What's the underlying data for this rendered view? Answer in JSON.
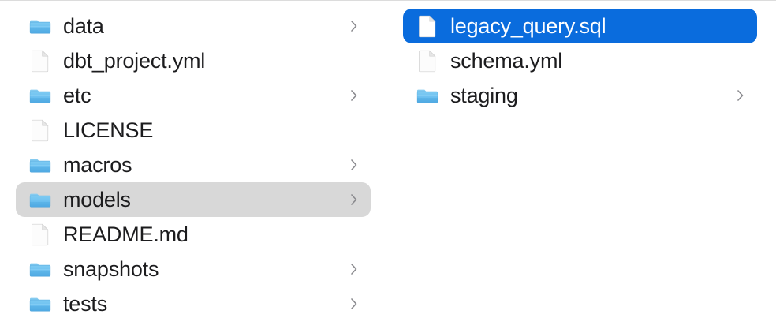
{
  "view": {
    "type": "column-file-browser",
    "background_color": "#ffffff",
    "divider_color": "#dcdcdc",
    "selection_blue": "#0a6cdd",
    "selection_gray": "#d8d8d8",
    "text_color": "#1c1c1e",
    "chevron_color": "#8a8a8e"
  },
  "columns": [
    {
      "name": "parent-column",
      "items": [
        {
          "label": "data",
          "icon": "folder-icon",
          "kind": "folder",
          "has_chevron": true,
          "state": "normal"
        },
        {
          "label": "dbt_project.yml",
          "icon": "document-icon",
          "kind": "file",
          "has_chevron": false,
          "state": "normal"
        },
        {
          "label": "etc",
          "icon": "folder-icon",
          "kind": "folder",
          "has_chevron": true,
          "state": "normal"
        },
        {
          "label": "LICENSE",
          "icon": "document-icon",
          "kind": "file",
          "has_chevron": false,
          "state": "normal"
        },
        {
          "label": "macros",
          "icon": "folder-icon",
          "kind": "folder",
          "has_chevron": true,
          "state": "normal"
        },
        {
          "label": "models",
          "icon": "folder-icon",
          "kind": "folder",
          "has_chevron": true,
          "state": "selected-inactive"
        },
        {
          "label": "README.md",
          "icon": "document-icon",
          "kind": "file",
          "has_chevron": false,
          "state": "normal"
        },
        {
          "label": "snapshots",
          "icon": "folder-icon",
          "kind": "folder",
          "has_chevron": true,
          "state": "normal"
        },
        {
          "label": "tests",
          "icon": "folder-icon",
          "kind": "folder",
          "has_chevron": true,
          "state": "normal"
        }
      ]
    },
    {
      "name": "child-column",
      "items": [
        {
          "label": "legacy_query.sql",
          "icon": "document-icon",
          "kind": "file",
          "has_chevron": false,
          "state": "selected-active"
        },
        {
          "label": "schema.yml",
          "icon": "document-icon",
          "kind": "file",
          "has_chevron": false,
          "state": "normal"
        },
        {
          "label": "staging",
          "icon": "folder-icon",
          "kind": "folder",
          "has_chevron": true,
          "state": "normal"
        }
      ]
    }
  ]
}
